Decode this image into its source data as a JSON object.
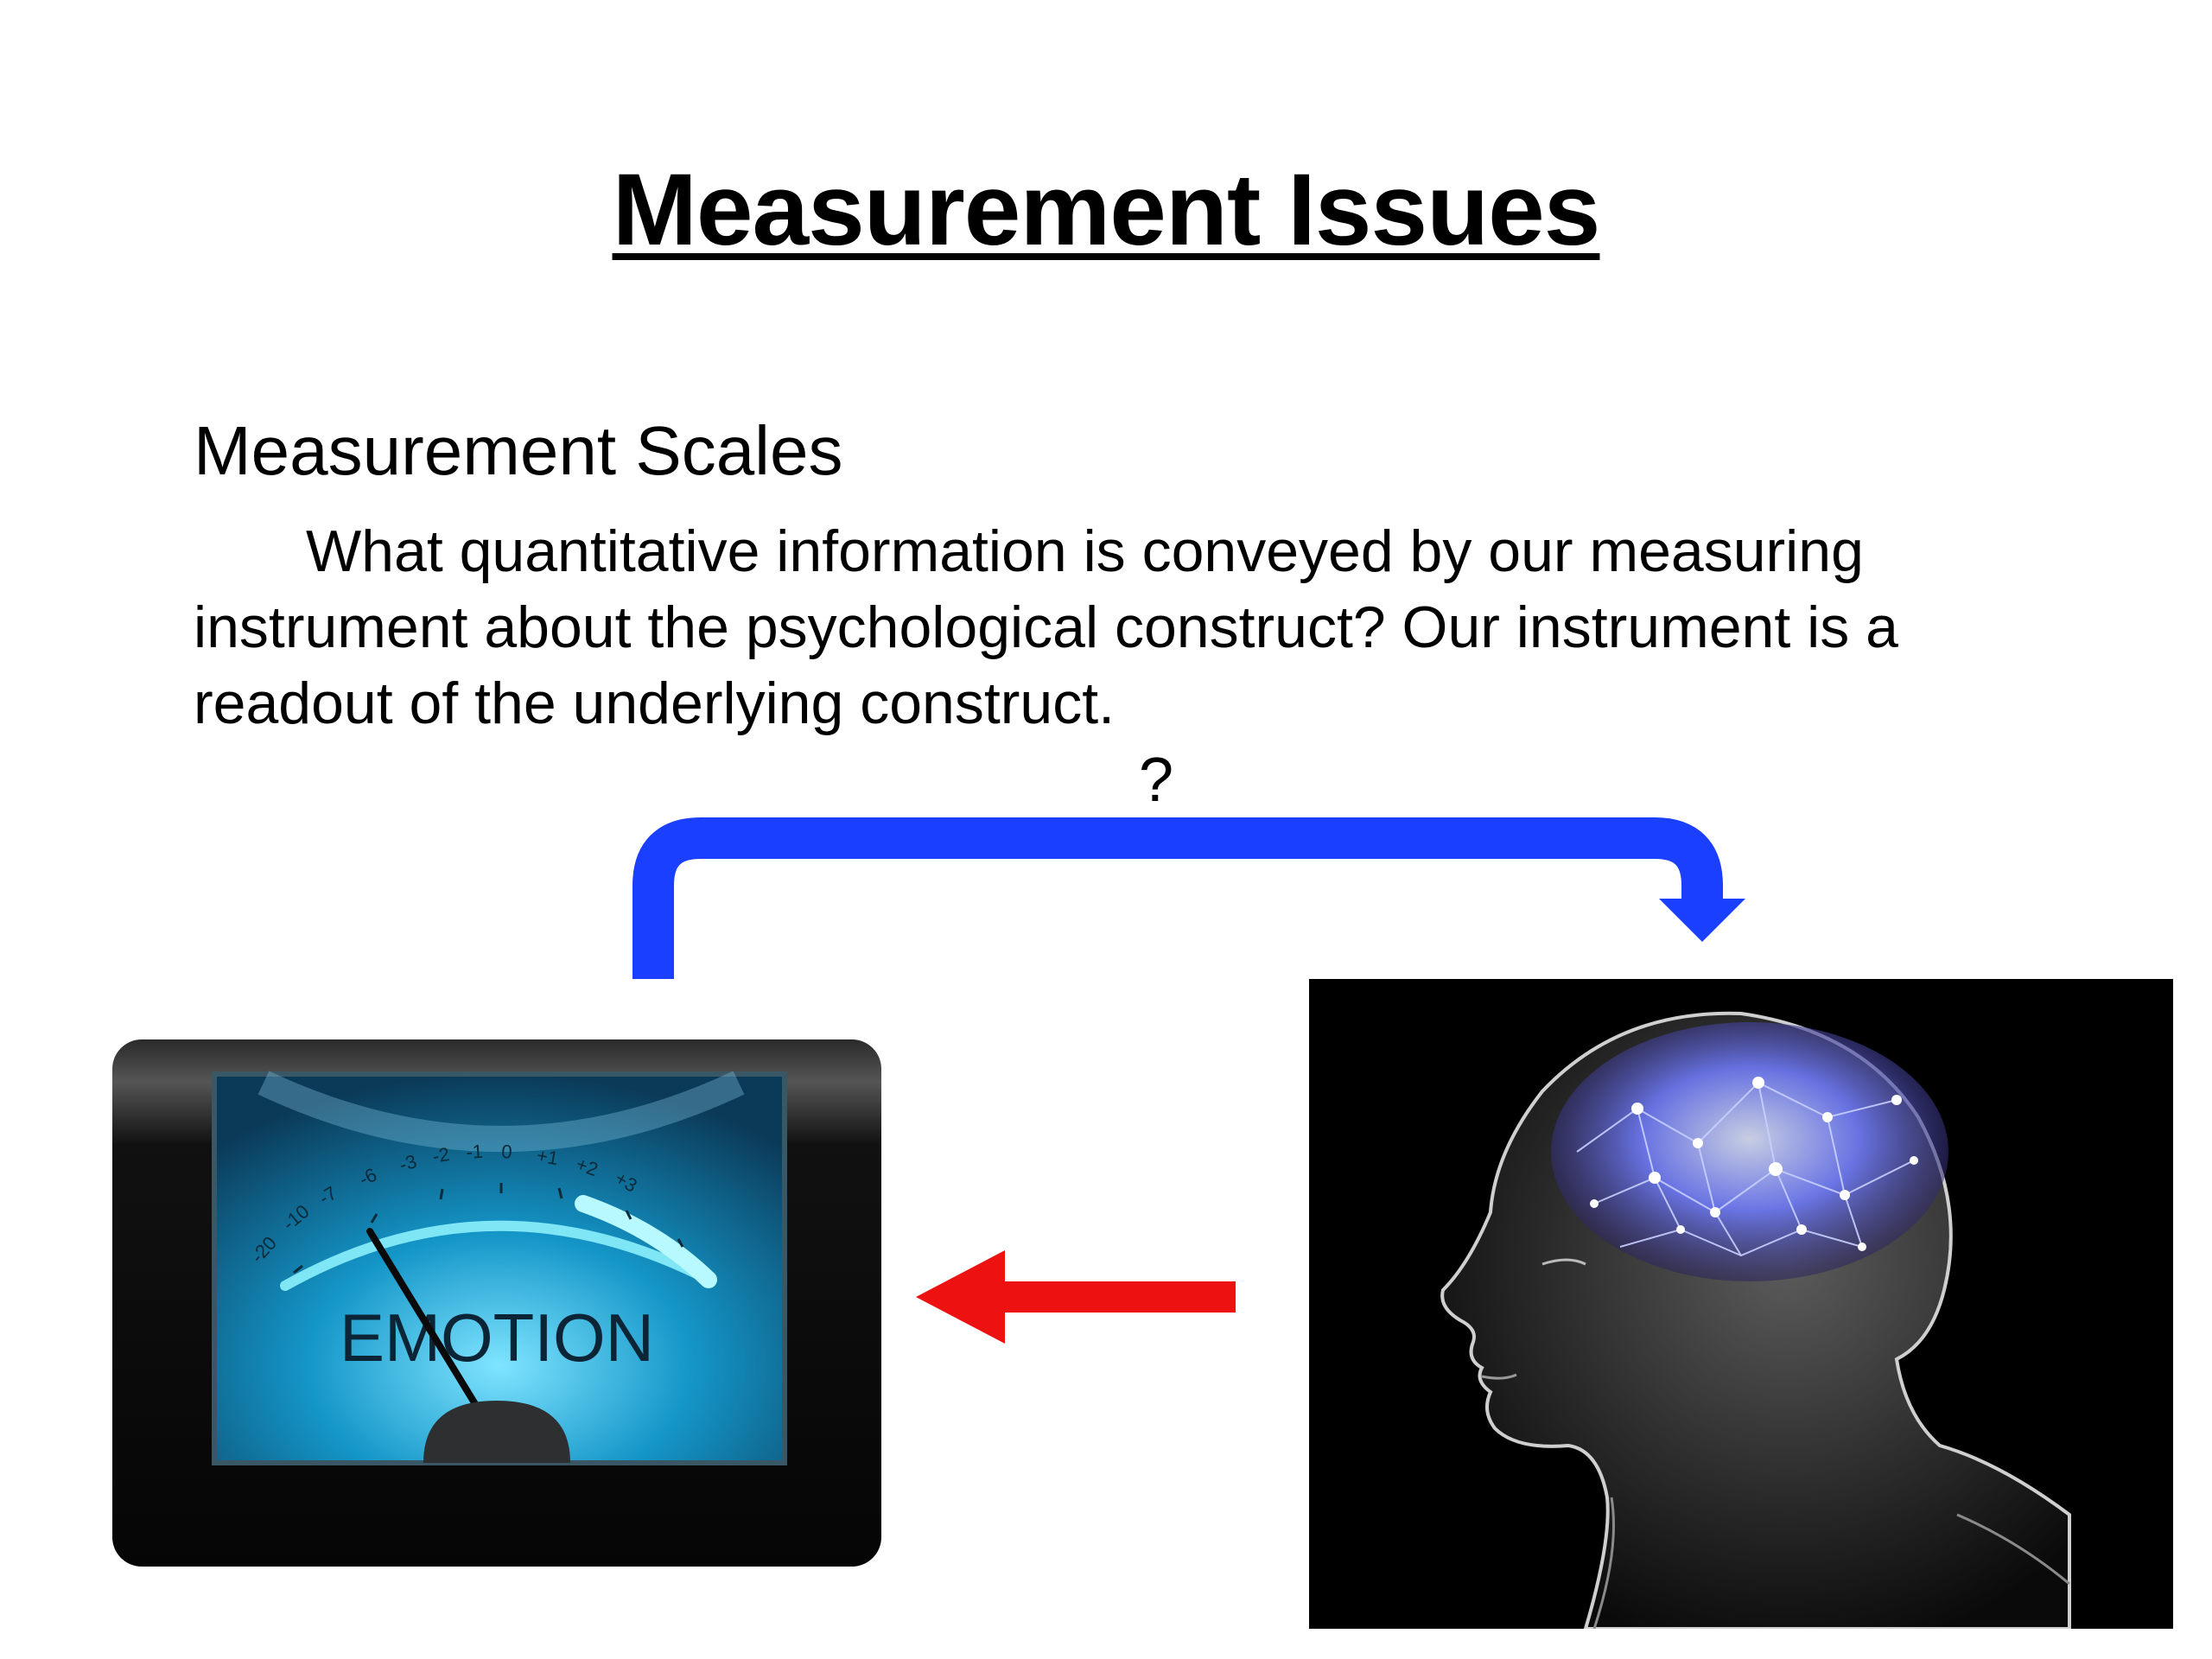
{
  "slide": {
    "title": "Measurement Issues",
    "subtitle": "Measurement Scales",
    "body": "What quantitative information is conveyed by our measuring instrument about the psychological construct? Our instrument is a readout of the underlying construct.",
    "question_mark": "?"
  },
  "meter": {
    "label": "EMOTION",
    "scale_labels": [
      "-20",
      "-10",
      "-7",
      "-6",
      "-3",
      "-2",
      "-1",
      "0",
      "+1",
      "+2",
      "+3"
    ]
  },
  "arrows": {
    "instrument_to_construct_color": "#1a3fff",
    "construct_to_instrument_color": "#ee1111"
  },
  "icons": {
    "meter": "emotion-meter-icon",
    "brain": "human-head-brain-icon"
  }
}
